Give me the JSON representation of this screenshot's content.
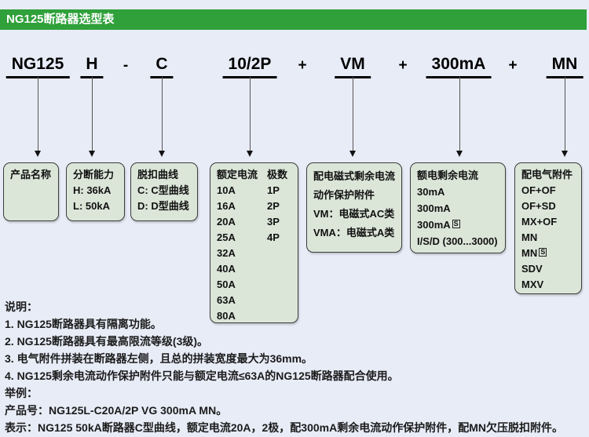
{
  "colors": {
    "accent_green": "#2fa03a",
    "box_fill": "#dbe6d9",
    "page_bg": "#e8ecf7"
  },
  "header": {
    "title": "NG125断路器选型表"
  },
  "model_code": {
    "tokens": [
      {
        "text": "NG125",
        "underline": true
      },
      {
        "text": "H",
        "underline": true
      },
      {
        "text": "-",
        "underline": false
      },
      {
        "text": "C",
        "underline": true
      },
      {
        "text": "10/2P",
        "underline": true
      },
      {
        "text": "+",
        "underline": false
      },
      {
        "text": "VM",
        "underline": true
      },
      {
        "text": "+",
        "underline": false
      },
      {
        "text": "300mA",
        "underline": true
      },
      {
        "text": "+",
        "underline": false
      },
      {
        "text": "MN",
        "underline": true
      }
    ]
  },
  "boxes": [
    {
      "title": "产品名称",
      "lines": []
    },
    {
      "title": "分断能力",
      "lines": [
        "H: 36kA",
        "L: 50kA"
      ]
    },
    {
      "title": "脱扣曲线",
      "lines": [
        "C: C型曲线",
        "D: D型曲线"
      ]
    },
    {
      "title": "额定电流",
      "title2": "极数",
      "currents": [
        "10A",
        "16A",
        "20A",
        "25A",
        "32A",
        "40A",
        "50A",
        "63A",
        "80A"
      ],
      "poles": [
        "1P",
        "2P",
        "3P",
        "4P"
      ]
    },
    {
      "title": "配电磁式剩余电流",
      "lines": [
        "动作保护附件",
        "VM：电磁式AC类",
        "VMA：电磁式A类"
      ]
    },
    {
      "title": "额电剩余电流",
      "lines": [
        "30mA",
        "300mA",
        {
          "t": "300mA",
          "badge": "S"
        },
        "I/S/D (300...3000)"
      ]
    },
    {
      "title": "配电气附件",
      "lines": [
        "OF+OF",
        "OF+SD",
        "MX+OF",
        "MN",
        {
          "t": "MN",
          "badge": "S"
        },
        "SDV",
        "MXV"
      ]
    }
  ],
  "notes": {
    "heading": "说明：",
    "items": [
      "1. NG125断路器具有隔离功能。",
      "2. NG125断路器具有最高限流等级(3级)。",
      "3. 电气附件拼装在断路器左侧，且总的拼装宽度最大为36mm。",
      "4. NG125剩余电流动作保护附件只能与额定电流≤63A的NG125断路器配合使用。"
    ],
    "example_heading": "举例：",
    "example_items": [
      "产品号：NG125L-C20A/2P VG 300mA MN。",
      "表示：NG125 50kA断路器C型曲线，额定电流20A，2极，配300mA剩余电流动作保护附件，配MN欠压脱扣附件。"
    ]
  }
}
